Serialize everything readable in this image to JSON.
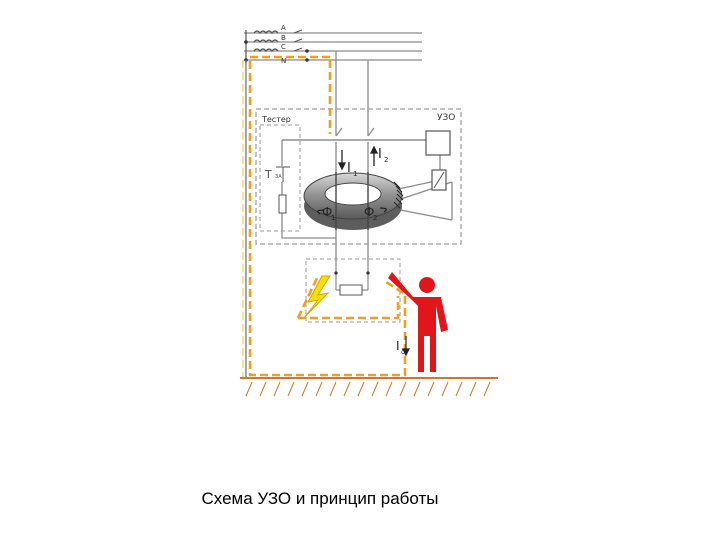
{
  "colors": {
    "wire": "#8a8a8a",
    "dark_wire": "#555555",
    "dash_box": "#9a9a9a",
    "fault_path": "#f0a020",
    "fault_path_light": "#f8d880",
    "person": "#e0161b",
    "bolt": "#f3e100",
    "ground": "#c87830",
    "text": "#333333"
  },
  "labels": {
    "phase_a": "A",
    "phase_b": "B",
    "phase_c": "C",
    "neutral": "N",
    "tester": "Тестер",
    "uzo": "УЗО",
    "current_1": "I",
    "current_1_sub": "1",
    "current_2": "I",
    "current_2_sub": "2",
    "flux_1": "Ф",
    "flux_1_sub": "1",
    "flux_2": "Ф",
    "flux_2_sub": "2",
    "leak_current": "I",
    "leak_current_sub": "δ",
    "test_button": "T",
    "test_button_sub": "ЗА"
  },
  "icons": {
    "person": "person-icon",
    "lightning": "lightning-bolt-icon",
    "toroid": "toroid-core-icon",
    "relay": "relay-coil-icon",
    "ground": "ground-hatch-icon"
  },
  "caption": "Схема УЗО и принцип работы"
}
